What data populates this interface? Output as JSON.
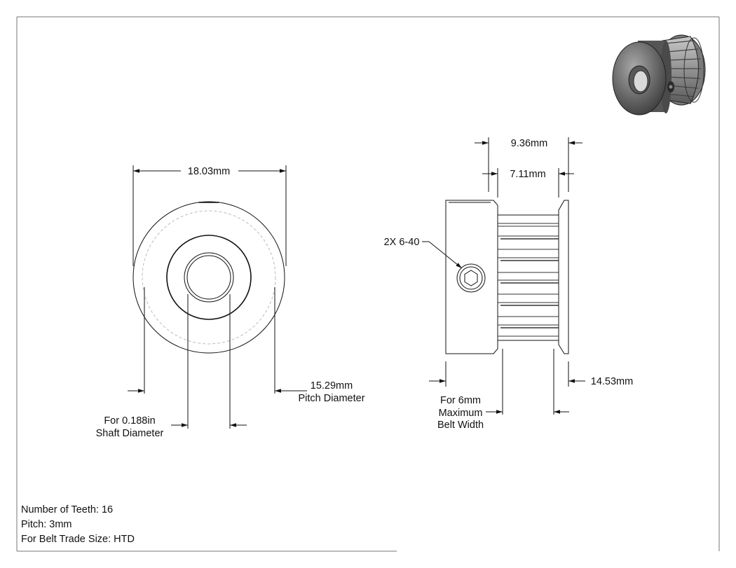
{
  "front_view": {
    "outer_diameter": "18.03mm",
    "pitch_diameter_value": "15.29mm",
    "pitch_diameter_label": "Pitch Diameter",
    "shaft_line1": "For 0.188in",
    "shaft_line2": "Shaft Diameter"
  },
  "side_view": {
    "overall_width": "9.36mm",
    "tooth_width": "7.11mm",
    "set_screw": "2X 6-40",
    "flange_diameter": "14.53mm",
    "belt_line1": "For 6mm",
    "belt_line2": "Maximum",
    "belt_line3": "Belt Width"
  },
  "specs": {
    "teeth": "Number of Teeth: 16",
    "pitch": "Pitch: 3mm",
    "belt": "For Belt Trade Size: HTD"
  }
}
